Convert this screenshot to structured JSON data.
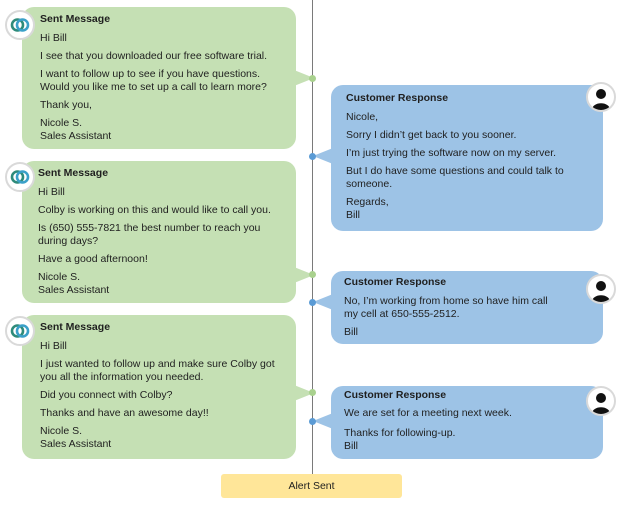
{
  "messages": [
    {
      "title": "Sent Message",
      "lines": [
        "Hi Bill",
        "I see that you downloaded our free software trial.",
        "I want to follow up to see if you have questions. Would you like me to set up a call to learn more?",
        "Thank you,"
      ],
      "sig": [
        "Nicole S.",
        "Sales Assistant"
      ]
    },
    {
      "title": "Sent Message",
      "lines": [
        "Hi Bill",
        "Colby is working on this and would like to call you.",
        "Is (650) 555-7821 the best number to reach you during days?",
        "Have a good afternoon!"
      ],
      "sig": [
        "Nicole S.",
        "Sales Assistant"
      ]
    },
    {
      "title": "Sent Message",
      "lines": [
        "Hi Bill",
        "I just wanted to follow up and make sure Colby got you all the information you needed.",
        "Did you connect with Colby?",
        "Thanks and have an awesome day!!"
      ],
      "sig": [
        "Nicole S.",
        "Sales Assistant"
      ]
    }
  ],
  "responses": [
    {
      "title": "Customer Response",
      "lines": [
        "Nicole,",
        "Sorry I didn’t get back to you sooner.",
        "I’m just trying the software now on my server.",
        "But I do have some questions and could talk to someone."
      ],
      "sig": [
        "Regards,",
        "Bill"
      ]
    },
    {
      "title": "Customer Response",
      "lines": [
        "No, I’m working from home so have him call my cell at  650-555-2512."
      ],
      "sig": [
        "Bill"
      ]
    },
    {
      "title": "Customer Response",
      "lines": [
        "We are set for a meeting next week."
      ],
      "sig": [
        "Thanks for following-up.",
        "Bill"
      ]
    }
  ],
  "alert": {
    "label": "Alert Sent"
  },
  "colors": {
    "sent_bubble": "#c5e0b4",
    "response_bubble": "#9dc3e6",
    "alert": "#ffe699",
    "logo": "#2e8b7a"
  },
  "icons": {
    "sender": "chain-logo-icon",
    "customer": "person-silhouette-icon"
  }
}
